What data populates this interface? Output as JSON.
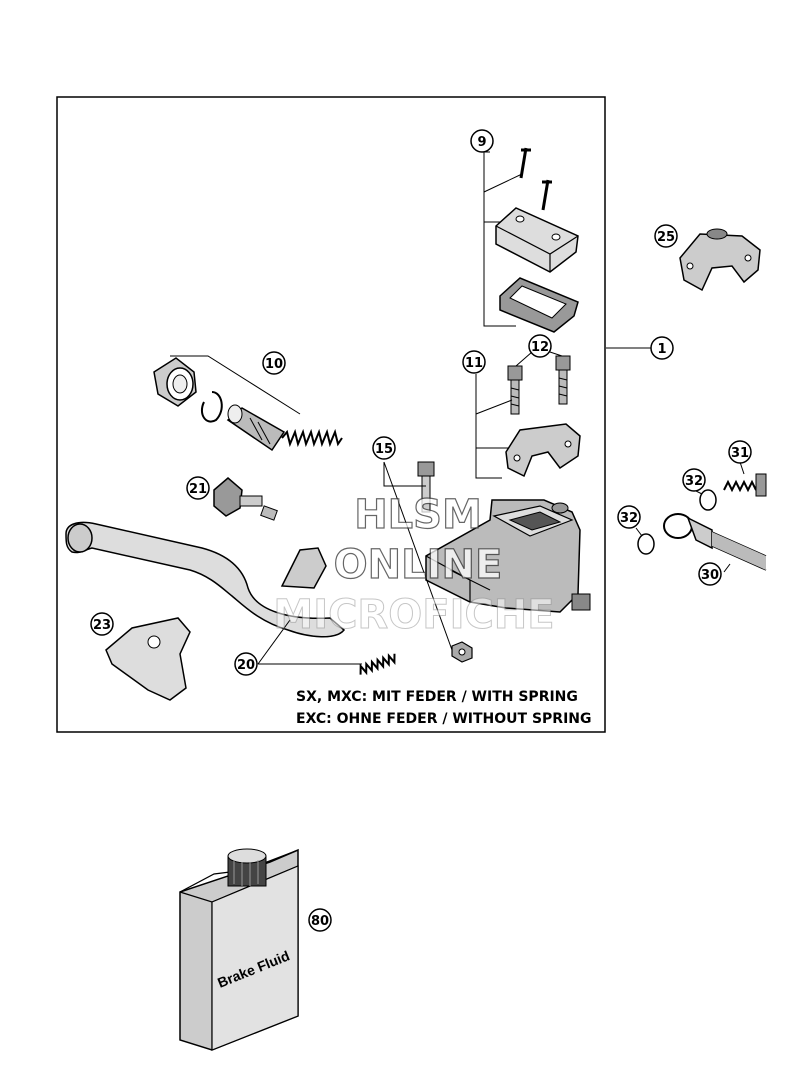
{
  "callouts": {
    "c1": "1",
    "c9": "9",
    "c10": "10",
    "c11": "11",
    "c12": "12",
    "c15": "15",
    "c20": "20",
    "c21": "21",
    "c23": "23",
    "c25": "25",
    "c30": "30",
    "c31": "31",
    "c32a": "32",
    "c32b": "32",
    "c80": "80"
  },
  "notes": {
    "line1": "SX, MXC: MIT FEDER / WITH SPRING",
    "line2": "EXC: OHNE FEDER / WITHOUT SPRING"
  },
  "bottle_label": "Brake Fluid",
  "watermark": {
    "line1": "HLSM",
    "line2": "ONLINE",
    "line3": "MICROFICHE"
  }
}
